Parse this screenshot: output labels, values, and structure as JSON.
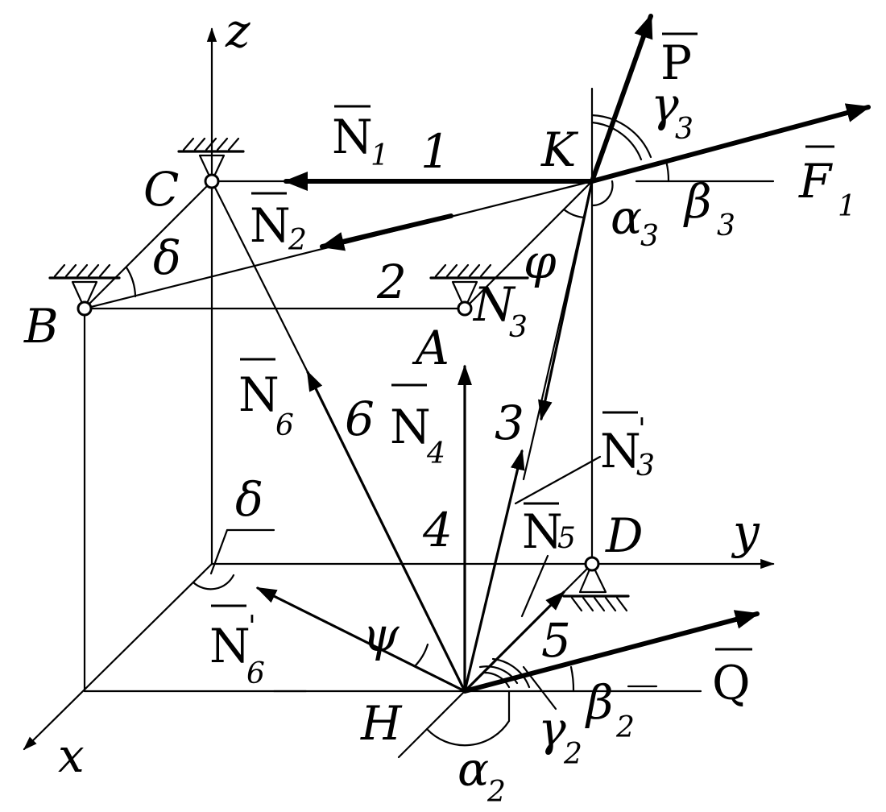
{
  "axes": {
    "x": "x",
    "y": "y",
    "z": "z"
  },
  "points": {
    "A": "A",
    "B": "B",
    "C": "C",
    "D": "D",
    "H": "H",
    "K": "K"
  },
  "rods": {
    "r1": "1",
    "r2": "2",
    "r3": "3",
    "r4": "4",
    "r5": "5",
    "r6": "6"
  },
  "forces": {
    "N1": {
      "base": "N",
      "sub": "1"
    },
    "N2": {
      "base": "N",
      "sub": "2"
    },
    "N3": {
      "base": "N",
      "sub": "3"
    },
    "N3p": {
      "base": "N",
      "prime": "'",
      "sub": "3"
    },
    "N4": {
      "base": "N",
      "sub": "4"
    },
    "N5": {
      "base": "N",
      "sub": "5"
    },
    "N6": {
      "base": "N",
      "sub": "6"
    },
    "N6p": {
      "base": "N",
      "prime": "'",
      "sub": "6"
    },
    "P": {
      "base": "P"
    },
    "F1": {
      "base": "F",
      "sub": "1"
    },
    "Q": {
      "base": "Q"
    }
  },
  "angles": {
    "delta": "δ",
    "phi": "φ",
    "psi": "ψ",
    "alpha3": {
      "base": "α",
      "sub": "3"
    },
    "beta3": {
      "base": "β",
      "sub": "3"
    },
    "gamma3": {
      "base": "γ",
      "sub": "3"
    },
    "alpha2": {
      "base": "α",
      "sub": "2"
    },
    "beta2": {
      "base": "β",
      "sub": "2"
    },
    "gamma2": {
      "base": "γ",
      "sub": "2"
    }
  }
}
